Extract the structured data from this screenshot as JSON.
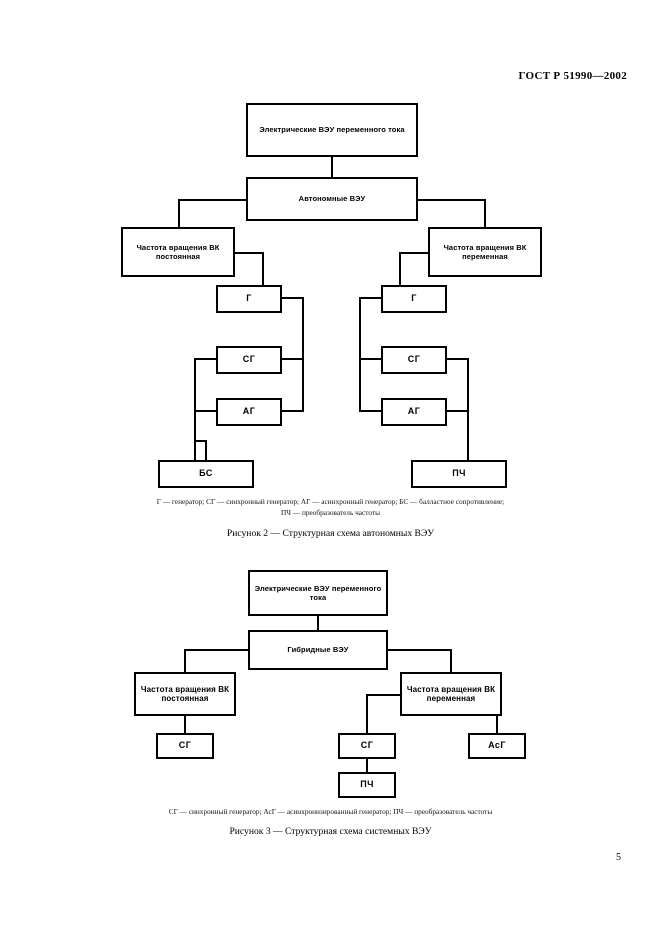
{
  "document": {
    "standard_header": "ГОСТ Р 51990—2002",
    "page_number": "5"
  },
  "figure2": {
    "nodes": {
      "root": "Электрические ВЭУ переменного тока",
      "level2": "Автономные ВЭУ",
      "left_branch": "Частота вращения ВК постоянная",
      "right_branch": "Частота вращения ВК переменная",
      "left_g": "Г",
      "left_sg": "СГ",
      "left_ag": "АГ",
      "left_bs": "БС",
      "right_g": "Г",
      "right_sg": "СГ",
      "right_ag": "АГ",
      "right_pch": "ПЧ"
    },
    "legend_line1": "Г — генератор; СГ — синхронный генератор; АГ — асинхронный генератор; БС — балластное сопротивление;",
    "legend_line2": "ПЧ — преобразователь частоты",
    "caption": "Рисунок 2 — Структурная схема автономных ВЭУ"
  },
  "figure3": {
    "nodes": {
      "root": "Электрические ВЭУ переменного тока",
      "level2": "Гибридные ВЭУ",
      "left_branch": "Частота вращения ВК постоянная",
      "right_branch": "Частота вращения ВК переменная",
      "left_sg": "СГ",
      "right_sg": "СГ",
      "right_pch": "ПЧ",
      "right_asg": "АсГ"
    },
    "legend_line1": "СГ — синхронный генератор; АсГ — асинхронизированный генератор; ПЧ — преобразователь частоты",
    "caption": "Рисунок 3 — Структурная схема системных ВЭУ"
  }
}
